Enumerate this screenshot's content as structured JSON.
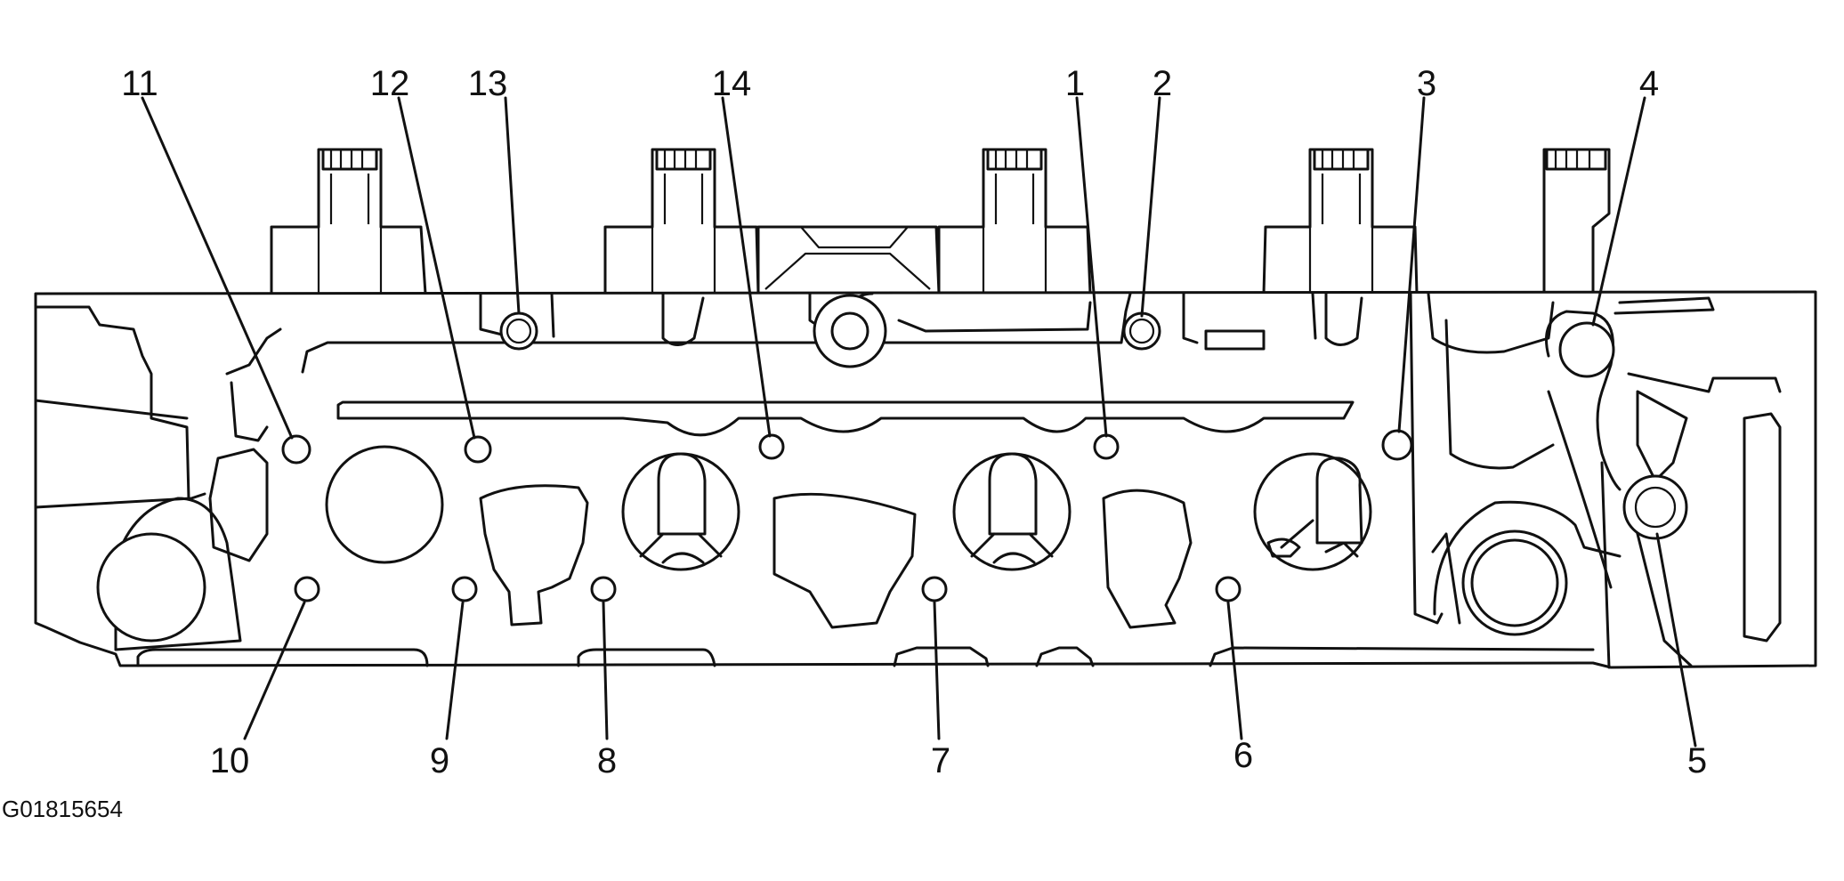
{
  "figure_id": "G01815654",
  "bolt_labels": [
    "1",
    "2",
    "3",
    "4",
    "5",
    "6",
    "7",
    "8",
    "9",
    "10",
    "11",
    "12",
    "13",
    "14"
  ],
  "colors": {
    "ink": "#111111",
    "background": "#ffffff"
  }
}
